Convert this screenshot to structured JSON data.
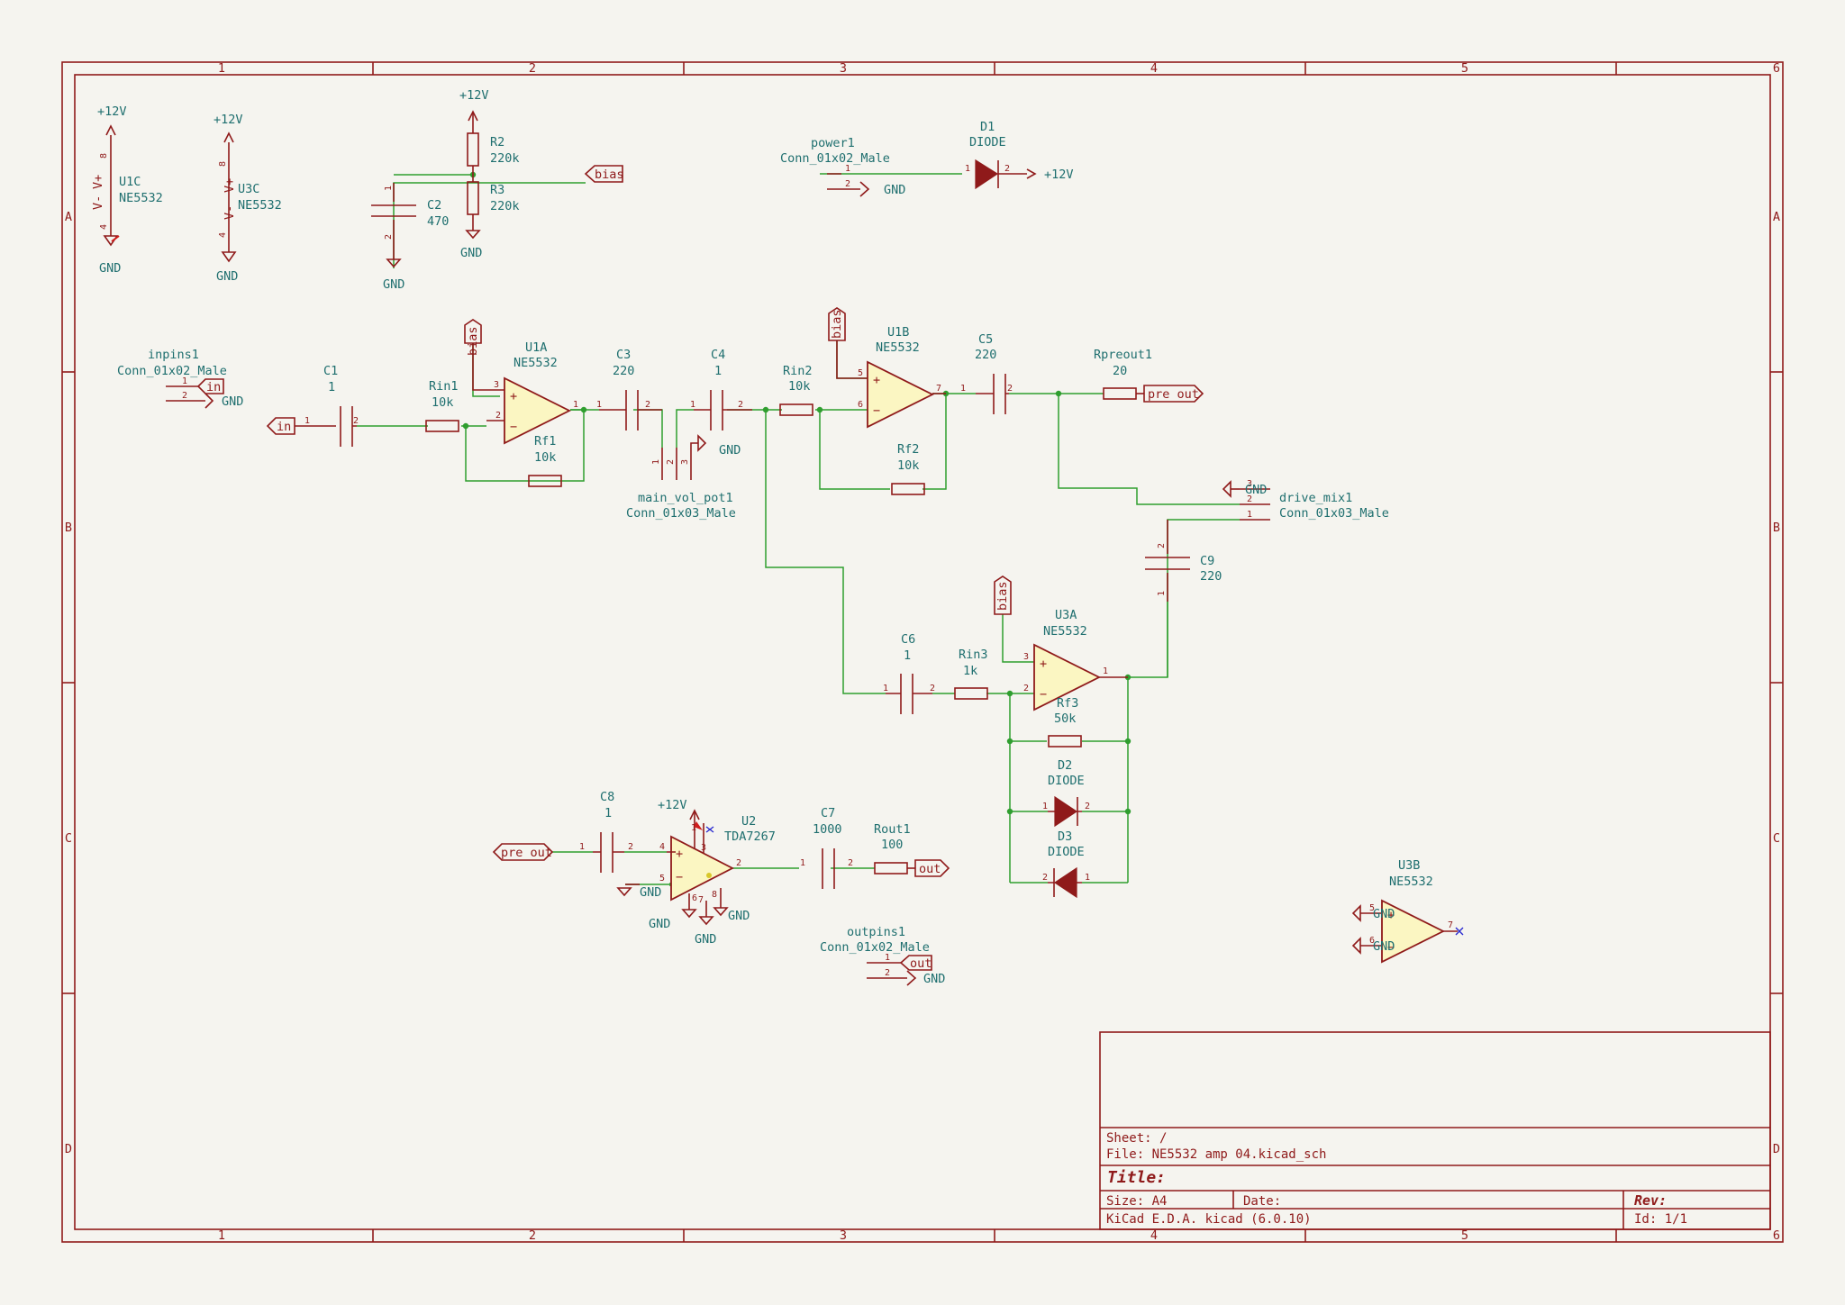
{
  "frame": {
    "columns": [
      "1",
      "2",
      "3",
      "4",
      "5",
      "6"
    ],
    "rows": [
      "A",
      "B",
      "C",
      "D"
    ]
  },
  "refs": {
    "u1c": "U1C",
    "u3c": "U3C",
    "r2": "R2",
    "r3": "R3",
    "c2": "C2",
    "power1": "power1",
    "d1": "D1",
    "inpins1": "inpins1",
    "c1": "C1",
    "rin1": "Rin1",
    "u1a": "U1A",
    "rf1": "Rf1",
    "c3": "C3",
    "c4": "C4",
    "main_vol_pot1": "main_vol_pot1",
    "rin2": "Rin2",
    "u1b": "U1B",
    "rf2": "Rf2",
    "c5": "C5",
    "rpreout1": "Rpreout1",
    "drive_mix1": "drive_mix1",
    "c9": "C9",
    "u3a": "U3A",
    "c6": "C6",
    "rin3": "Rin3",
    "rf3": "Rf3",
    "d2": "D2",
    "d3": "D3",
    "c8": "C8",
    "u2": "U2",
    "c7": "C7",
    "rout1": "Rout1",
    "outpins1": "outpins1",
    "u3b": "U3B"
  },
  "values": {
    "ne5532": "NE5532",
    "r220k": "220k",
    "c470": "470",
    "conn2": "Conn_01x02_Male",
    "conn3": "Conn_01x03_Male",
    "diode": "DIODE",
    "one": "1",
    "r10k": "10k",
    "c220": "220",
    "r20": "20",
    "r1k": "1k",
    "r50k": "50k",
    "tda": "TDA7267",
    "c1000": "1000",
    "r100": "100"
  },
  "power": {
    "p12": "+12V",
    "gnd": "GND",
    "vplus": "V+",
    "vminus": "V-"
  },
  "nets": {
    "bias": "bias",
    "in": "in",
    "pre_out": "pre out",
    "out": "out"
  },
  "title_block": {
    "sheet": "Sheet: /",
    "file": "File: NE5532 amp 04.kicad_sch",
    "title": "Title:",
    "size": "Size: A4",
    "date": "Date:",
    "rev": "Rev:",
    "tool": "KiCad E.D.A.  kicad (6.0.10)",
    "id": "Id: 1/1"
  }
}
